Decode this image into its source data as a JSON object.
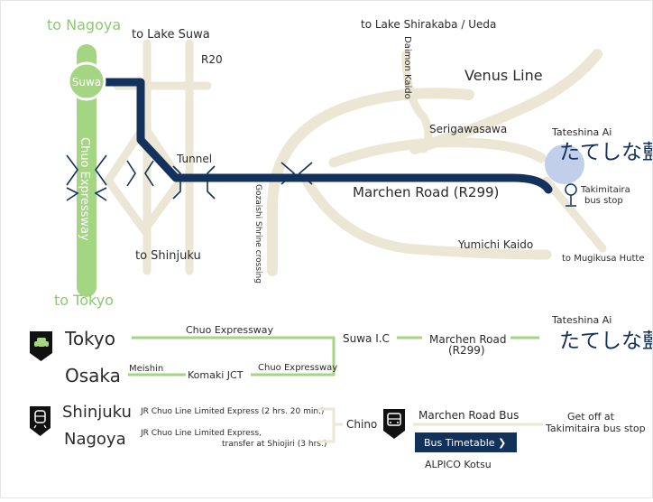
{
  "map": {
    "road_labels": {
      "to_nagoya": "to Nagoya",
      "to_lake_suwa": "to Lake Suwa",
      "r20": "R20",
      "to_lake_shirakaba": "to Lake Shirakaba / Ueda",
      "daimon_kaido": "Daimon Kaido",
      "venus_line": "Venus Line",
      "serigawasawa": "Serigawasawa",
      "suwa": "Suwa",
      "chuo_expressway": "Chuo Expressway",
      "tunnel": "Tunnel",
      "marchen_road": "Marchen Road (R299)",
      "gozaishi": "Gozaishi Shrine crossing",
      "to_shinjuku": "to Shinjuku",
      "yumichi_kaido": "Yumichi Kaido",
      "to_mugikusa": "to Mugikusa Hutte",
      "to_tokyo": "to Tokyo",
      "bus_stop": [
        "Takimitaira",
        "bus stop"
      ]
    },
    "hotel": {
      "label": "Tateshina Ai",
      "logo_text": "たてしな藍"
    }
  },
  "legend": {
    "car": {
      "origins": [
        "Tokyo",
        "Osaka"
      ],
      "chuo_expressway": "Chuo Expressway",
      "meishin": "Meishin",
      "komaki_jct": "Komaki JCT",
      "chuo_expressway_2": "Chuo Expressway",
      "suwa_ic": "Suwa I.C",
      "marchen_road": [
        "Marchen Road",
        "(R299)"
      ]
    },
    "train": {
      "origins": [
        "Shinjuku",
        "Nagoya"
      ],
      "route_shinjuku": "JR Chuo Line Limited Express (2 hrs. 20 min.)",
      "route_nagoya": [
        "JR Chuo Line Limited Express,",
        "transfer at Shiojiri (3 hrs.)"
      ],
      "chino": "Chino",
      "bus_name": "Marchen Road Bus",
      "timetable_button": "Bus Timetable ❯",
      "bus_company": "ALPICO Kotsu",
      "get_off": [
        "Get off at",
        "Takimitaira bus stop"
      ]
    },
    "hotel_label": "Tateshina Ai",
    "hotel_logo_text": "たてしな藍"
  },
  "colors": {
    "road_beige": "#ece6d4",
    "expressway_green": "#a3d583",
    "route_navy": "#12315b",
    "label_green": "#8cc972",
    "text_dark": "#2b2b2b",
    "hotel_blue": "#b7c7e6"
  }
}
